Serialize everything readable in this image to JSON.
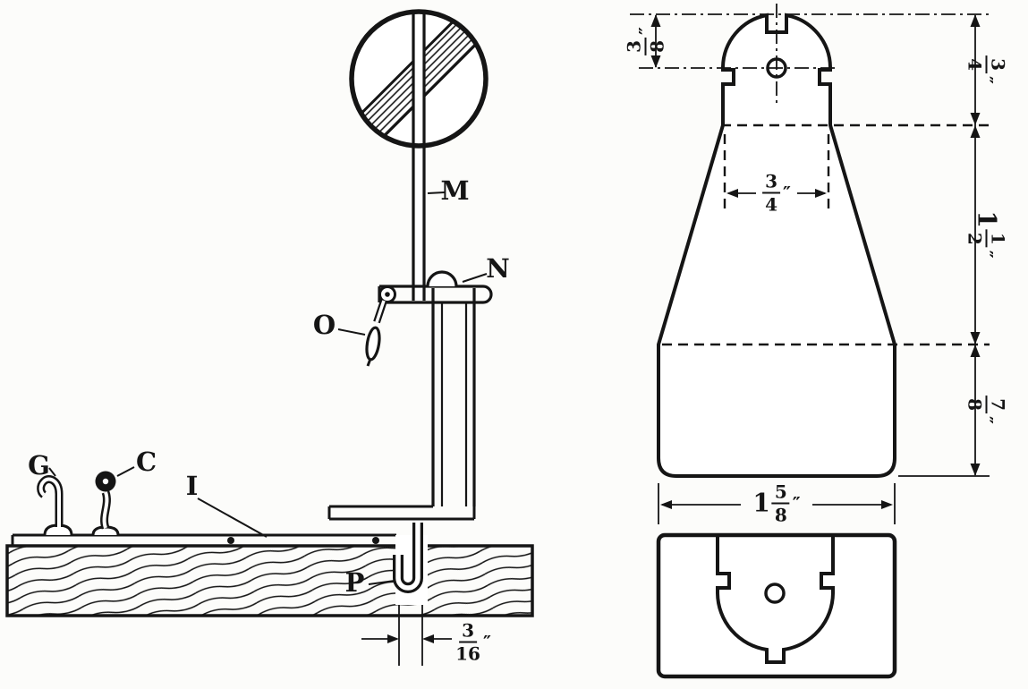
{
  "labels": {
    "m": "M",
    "n": "N",
    "o": "O",
    "p": "P",
    "g": "G",
    "c": "C",
    "i": "I"
  },
  "dimensions": {
    "slot": {
      "num": "3",
      "den": "16",
      "unit": "″"
    },
    "head_offset": {
      "num": "3",
      "den": "8",
      "unit": "″"
    },
    "head_height": {
      "num": "3",
      "den": "4",
      "unit": "″"
    },
    "cone_height": {
      "whole": "1",
      "num": "1",
      "den": "2",
      "unit": "″"
    },
    "base_height": {
      "num": "7",
      "den": "8",
      "unit": "″"
    },
    "top_width": {
      "num": "3",
      "den": "4",
      "unit": "″"
    },
    "base_width": {
      "whole": "1",
      "num": "5",
      "den": "8",
      "unit": "″"
    }
  },
  "colors": {
    "ink": "#151515",
    "paper": "#fcfcfa"
  }
}
